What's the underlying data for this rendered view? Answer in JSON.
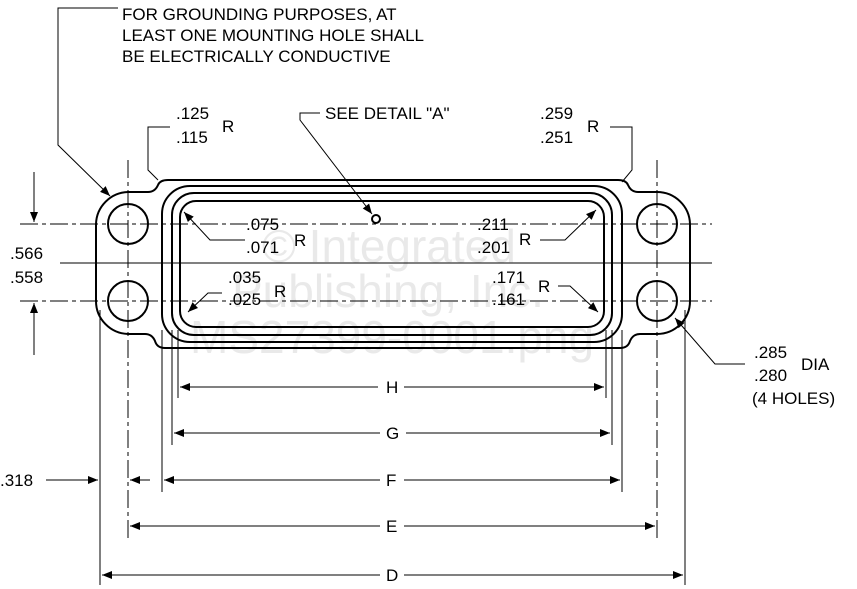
{
  "notes": {
    "grounding": [
      "FOR GROUNDING PURPOSES, AT",
      "LEAST ONE MOUNTING HOLE SHALL",
      "BE ELECTRICALLY CONDUCTIVE"
    ],
    "see_detail": "SEE DETAIL \"A\""
  },
  "radii": {
    "top_left": [
      ".125",
      ".115",
      "R"
    ],
    "top_right": [
      ".259",
      ".251",
      "R"
    ],
    "inner_top_left": [
      ".075",
      ".071",
      "R"
    ],
    "inner_top_right": [
      ".211",
      ".201",
      "R"
    ],
    "inner_bottom_left": [
      ".035",
      ".025",
      "R"
    ],
    "inner_bottom_right": [
      ".171",
      ".161",
      "R"
    ]
  },
  "dimensions": {
    "height": [
      ".566",
      ".558"
    ],
    "offset": ".318",
    "hole_dia": [
      ".285",
      ".280",
      "DIA",
      "(4 HOLES)"
    ],
    "H": "H",
    "G": "G",
    "F": "F",
    "E": "E",
    "D": "D"
  },
  "watermark": [
    "© Integrated",
    "Publishing, Inc.",
    "MS27399-0001.png"
  ]
}
